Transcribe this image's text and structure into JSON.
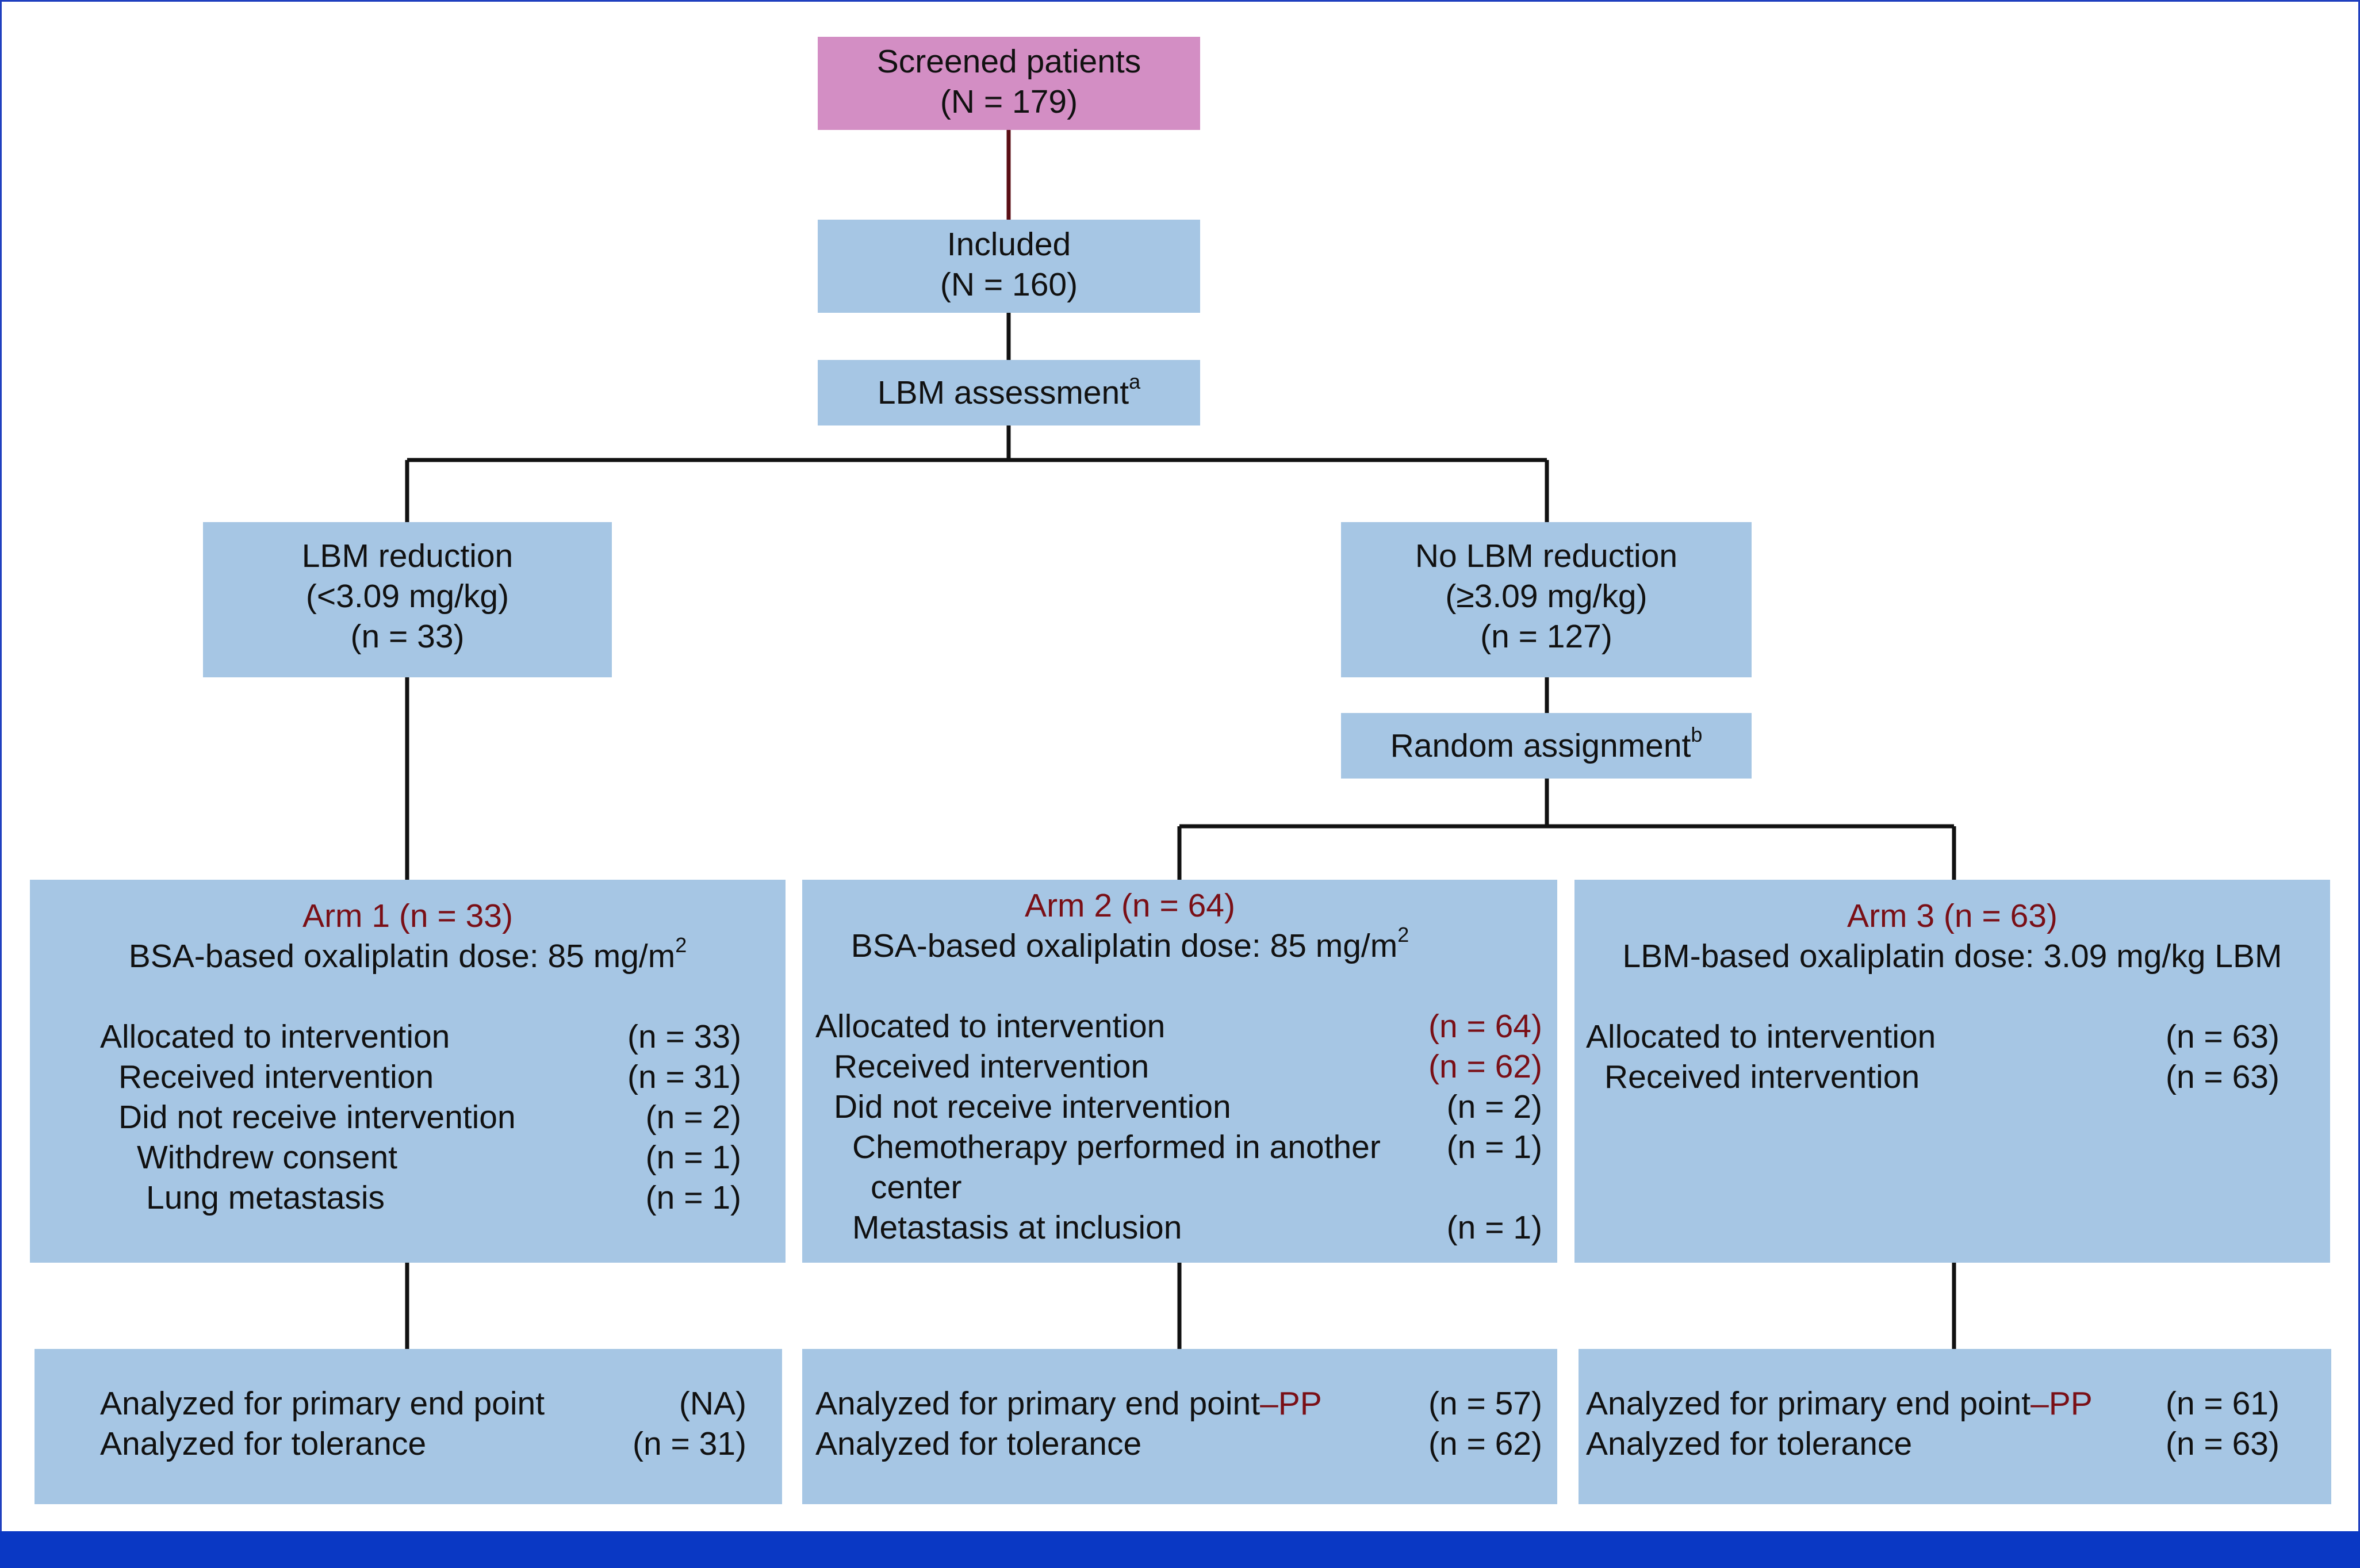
{
  "screened": {
    "title": "Screened patients",
    "count": "(N = 179)"
  },
  "included": {
    "title": "Included",
    "count": "(N = 160)"
  },
  "lbm_assessment": {
    "label": "LBM assessment",
    "footnote": "a"
  },
  "lbm_reduction": {
    "title": "LBM reduction",
    "threshold": "(<3.09 mg/kg)",
    "count": "(n = 33)"
  },
  "no_lbm_reduction": {
    "title": "No LBM reduction",
    "threshold": "(≥3.09 mg/kg)",
    "count": "(n = 127)"
  },
  "random_assignment": {
    "label": "Random assignment",
    "footnote": "b"
  },
  "arm1": {
    "name": "Arm 1",
    "count": "(n = 33)",
    "dose_text": "BSA-based oxaliplatin dose: 85 mg/m",
    "dose_sup": "2",
    "rows": [
      {
        "label": "Allocated to intervention",
        "count": "(n = 33)"
      },
      {
        "label": "Received intervention",
        "count": "(n = 31)"
      },
      {
        "label": "Did not receive intervention",
        "count": "(n = 2)"
      },
      {
        "label": "Withdrew consent",
        "count": "(n = 1)"
      },
      {
        "label": "Lung metastasis",
        "count": "(n = 1)"
      }
    ],
    "analysis": [
      {
        "label": "Analyzed for primary end point",
        "suffix": "",
        "count": "(NA)"
      },
      {
        "label": "Analyzed for tolerance",
        "suffix": "",
        "count": "(n = 31)"
      }
    ]
  },
  "arm2": {
    "name": "Arm 2",
    "count": "(n = 64)",
    "dose_text": "BSA-based oxaliplatin dose: 85 mg/m",
    "dose_sup": "2",
    "rows": [
      {
        "label": "Allocated to intervention",
        "count": "(n = 64)"
      },
      {
        "label": "Received intervention",
        "count": "(n = 62)"
      },
      {
        "label": "Did not receive intervention",
        "count": "(n = 2)"
      },
      {
        "label": "Chemotherapy performed in another",
        "count": "(n = 1)"
      },
      {
        "label": "center",
        "count": ""
      },
      {
        "label": "Metastasis at inclusion",
        "count": "(n = 1)"
      }
    ],
    "analysis": [
      {
        "label": "Analyzed for primary end point",
        "suffix": "–PP",
        "count": "(n = 57)"
      },
      {
        "label": "Analyzed for tolerance",
        "suffix": "",
        "count": "(n = 62)"
      }
    ]
  },
  "arm3": {
    "name": "Arm 3",
    "count": "(n = 63)",
    "dose_text": "LBM-based oxaliplatin dose: 3.09 mg/kg LBM",
    "rows": [
      {
        "label": "Allocated to intervention",
        "count": "(n = 63)"
      },
      {
        "label": "Received intervention",
        "count": "(n = 63)"
      }
    ],
    "analysis": [
      {
        "label": "Analyzed for primary end point",
        "suffix": "–PP",
        "count": "(n = 61)"
      },
      {
        "label": "Analyzed for tolerance",
        "suffix": "",
        "count": "(n = 63)"
      }
    ]
  },
  "colors": {
    "box_fill": "#a6c6e4",
    "screened_fill": "#d38ec4",
    "accent_text": "#7a0f16",
    "footer_band": "#0a38c4"
  }
}
